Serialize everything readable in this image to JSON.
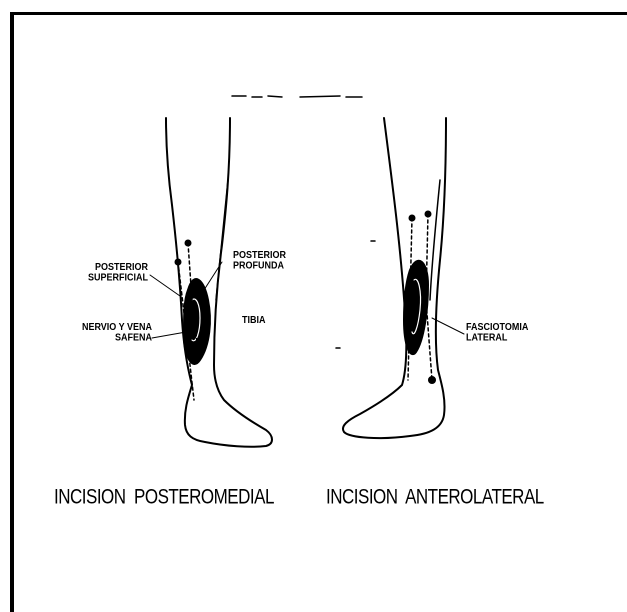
{
  "labels": {
    "posterior_superficial": [
      "POSTERIOR",
      "SUPERFICIAL"
    ],
    "posterior_profunda": [
      "POSTERIOR",
      "PROFUNDA"
    ],
    "tibia": "TIBIA",
    "nervio_vena_safena": [
      "NERVIO Y VENA",
      "SAFENA"
    ],
    "fasciotomia_lateral": [
      "FASCIOTOMIA",
      "LATERAL"
    ]
  },
  "captions": {
    "left": "INCISION  POSTEROMEDIAL",
    "right": "INCISION  ANTEROLATERAL"
  },
  "colors": {
    "ink": "#000000",
    "background": "#ffffff"
  }
}
